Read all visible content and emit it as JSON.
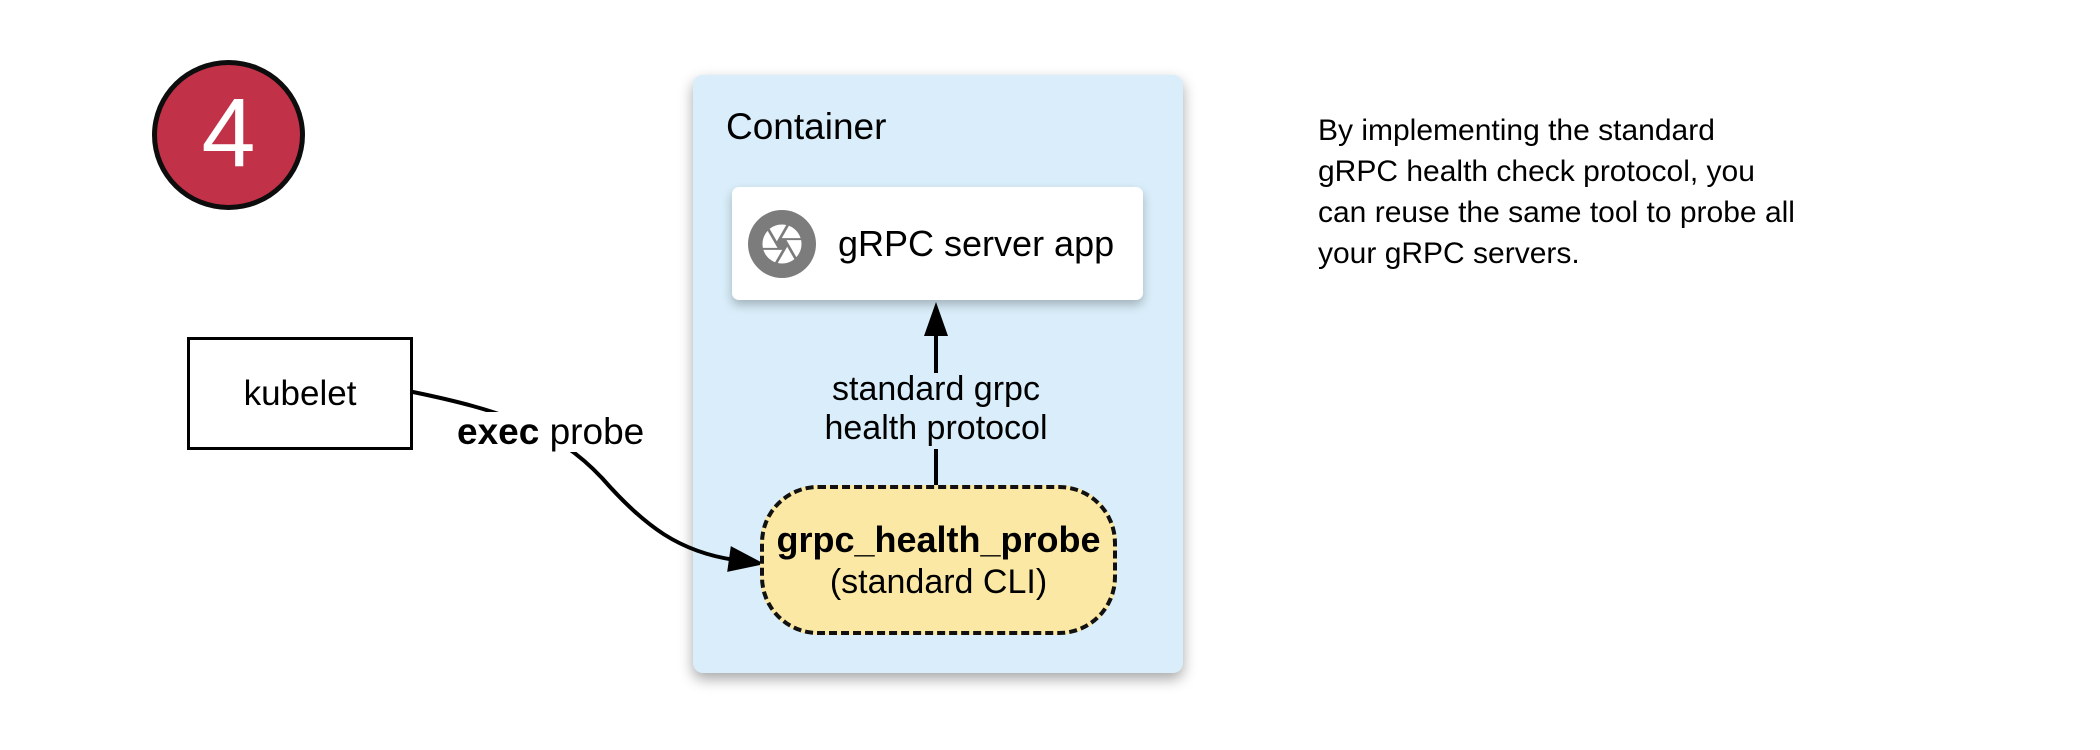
{
  "badge": {
    "number": "4"
  },
  "kubelet": {
    "label": "kubelet"
  },
  "exec_probe": {
    "bold": "exec",
    "rest": " probe"
  },
  "container": {
    "title": "Container",
    "server_app": {
      "label": "gRPC server app",
      "icon": "aperture-icon"
    },
    "protocol_arrow": {
      "label": "standard grpc\nhealth protocol"
    },
    "probe": {
      "name": "grpc_health_probe",
      "subtitle": "(standard CLI)"
    }
  },
  "caption": {
    "text": "By implementing the standard\ngRPC health check protocol, you\ncan reuse the same tool to probe all\nyour gRPC servers."
  },
  "colors": {
    "badge_red": "#C13148",
    "container_blue": "#D9EEFA",
    "probe_yellow": "#FBE8A4",
    "icon_gray": "#7C7C7C",
    "line_black": "#000000"
  }
}
